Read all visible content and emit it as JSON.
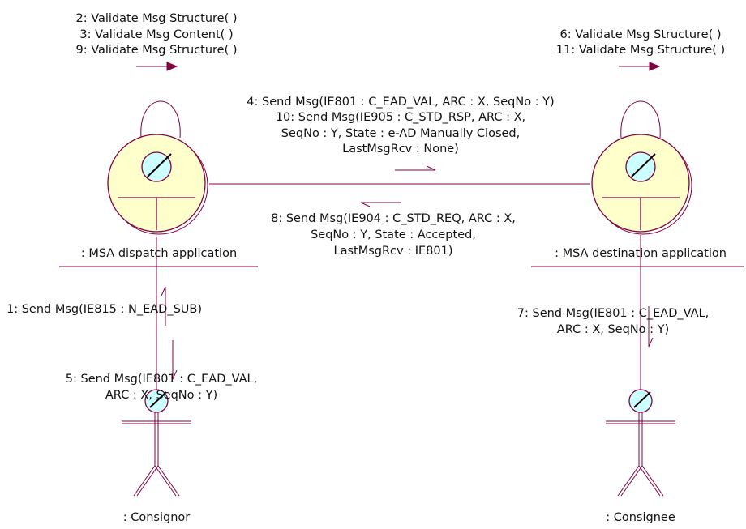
{
  "colors": {
    "line": "#800040",
    "object_fill": "#ffffcc",
    "object_outline": "#800040",
    "lens_fill": "#ccffff",
    "text": "#111111"
  },
  "nodes": {
    "dispatch": {
      "label": ": MSA dispatch application"
    },
    "destination": {
      "label": ": MSA destination application"
    },
    "consignor": {
      "label": ": Consignor"
    },
    "consignee": {
      "label": ": Consignee"
    }
  },
  "messages": {
    "dispatch_self": [
      "2: Validate Msg Structure( )",
      "3: Validate Msg Content( )",
      "9: Validate Msg Structure( )"
    ],
    "destination_self": [
      "6: Validate Msg Structure( )",
      "11: Validate Msg Structure( )"
    ],
    "to_destination": [
      "4: Send Msg(IE801 : C_EAD_VAL, ARC : X, SeqNo : Y)",
      "10: Send Msg(IE905 : C_STD_RSP, ARC : X,",
      "SeqNo : Y, State : e-AD Manually Closed,",
      "LastMsgRcv : None)"
    ],
    "to_dispatch": [
      "8: Send Msg(IE904 : C_STD_REQ, ARC : X,",
      "SeqNo : Y, State : Accepted,",
      "LastMsgRcv : IE801)"
    ],
    "consignor_to_dispatch": "1: Send Msg(IE815 : N_EAD_SUB)",
    "dispatch_to_consignor": [
      "5: Send Msg(IE801 : C_EAD_VAL,",
      "ARC : X, SeqNo : Y)"
    ],
    "destination_to_consignee": [
      "7: Send Msg(IE801 : C_EAD_VAL,",
      "ARC : X, SeqNo : Y)"
    ]
  }
}
